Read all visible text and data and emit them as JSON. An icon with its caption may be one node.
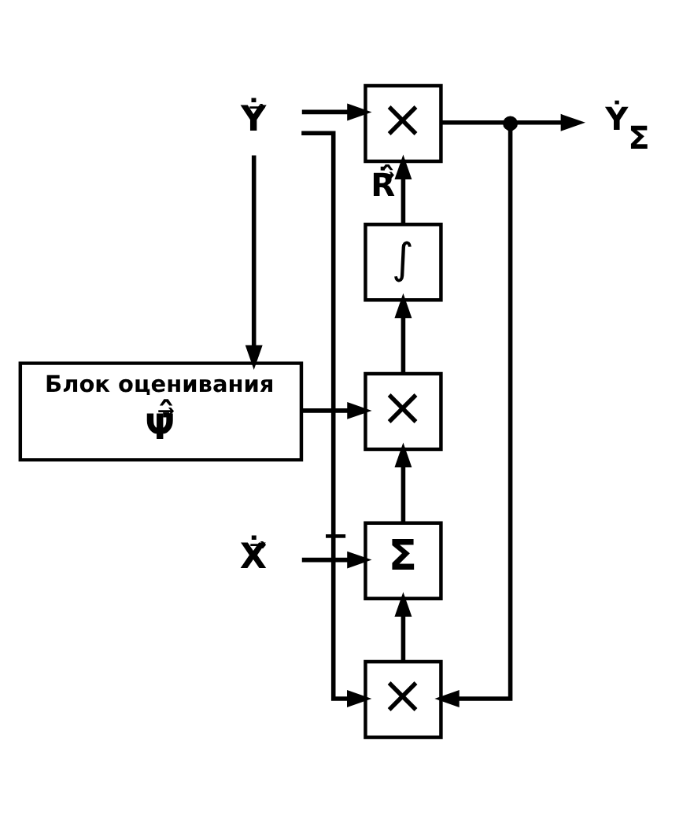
{
  "diagram": {
    "nodes": [
      {
        "text": [
          "Ẏ⃗"
        ]
      },
      {
        "text": [
          "×"
        ]
      },
      {
        "text": [
          "Ẏ$_{Σ}$"
        ]
      },
      {
        "text": [
          "∫"
        ]
      },
      {
        "text": [
          "Блок оценивания",
          "Ψ̇⃗̂"
        ]
      },
      {
        "text": [
          "×"
        ]
      },
      {
        "text": [
          "Ẋ⃗"
        ]
      },
      {
        "text": [
          "Σ"
        ]
      },
      {
        "text": [
          "×"
        ]
      },
      {
        "text": [],
        "shape": "circle"
      }
    ],
    "edges": [
      {
        "from": 0,
        "to": 1,
        "arrow": "to"
      },
      {
        "from": 0,
        "to": 4,
        "arrow": "to"
      },
      {
        "from": 0,
        "to": 8,
        "arrow": "to"
      },
      {
        "from": 1,
        "to": 9,
        "arrow": "none"
      },
      {
        "from": 9,
        "to": 2,
        "arrow": "to"
      },
      {
        "from": 9,
        "to": 8,
        "arrow": "to"
      },
      {
        "from": 8,
        "to": 7,
        "arrow": "to"
      },
      {
        "from": 6,
        "to": 7,
        "arrow": "to",
        "label": "−"
      },
      {
        "from": 7,
        "to": 5,
        "arrow": "to"
      },
      {
        "from": 4,
        "to": 5,
        "arrow": "to"
      },
      {
        "from": 5,
        "to": 3,
        "arrow": "to"
      },
      {
        "from": 3,
        "to": 1,
        "arrow": "to",
        "label": "Ṙ⃗̂"
      }
    ]
  }
}
